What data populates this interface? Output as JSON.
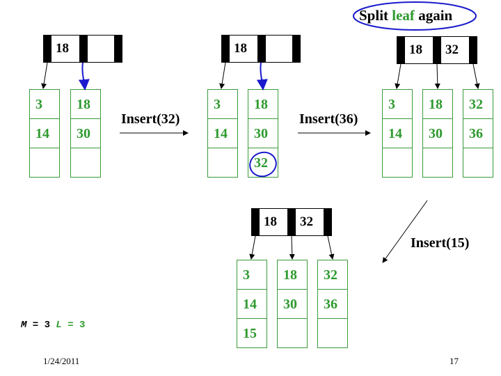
{
  "title": {
    "text_before": "Split ",
    "text_green": "leaf",
    "text_after": " again"
  },
  "stages": [
    {
      "internal": [
        "18",
        ""
      ],
      "leaves": [
        [
          "3",
          "14",
          ""
        ],
        [
          "18",
          "30",
          ""
        ]
      ]
    },
    {
      "internal": [
        "18",
        ""
      ],
      "leaves": [
        [
          "3",
          "14",
          ""
        ],
        [
          "18",
          "30",
          "32"
        ]
      ]
    },
    {
      "internal": [
        "18",
        "32"
      ],
      "leaves": [
        [
          "3",
          "14",
          ""
        ],
        [
          "18",
          "30",
          ""
        ],
        [
          "32",
          "36",
          ""
        ]
      ]
    },
    {
      "internal": [
        "18",
        "32"
      ],
      "leaves": [
        [
          "3",
          "14",
          "15"
        ],
        [
          "18",
          "30",
          ""
        ],
        [
          "32",
          "36",
          ""
        ]
      ]
    }
  ],
  "operations": [
    "Insert(32)",
    "Insert(36)",
    "Insert(15)"
  ],
  "params": {
    "m_name": "M",
    "m_eq": " = 3 ",
    "l_name": "L",
    "l_eq": " = 3"
  },
  "footer": {
    "date": "1/24/2011",
    "page": "17"
  },
  "colors": {
    "leaf_green": "#2e9a2e",
    "annotation_blue": "#1a1acc",
    "node_black": "#000000"
  }
}
